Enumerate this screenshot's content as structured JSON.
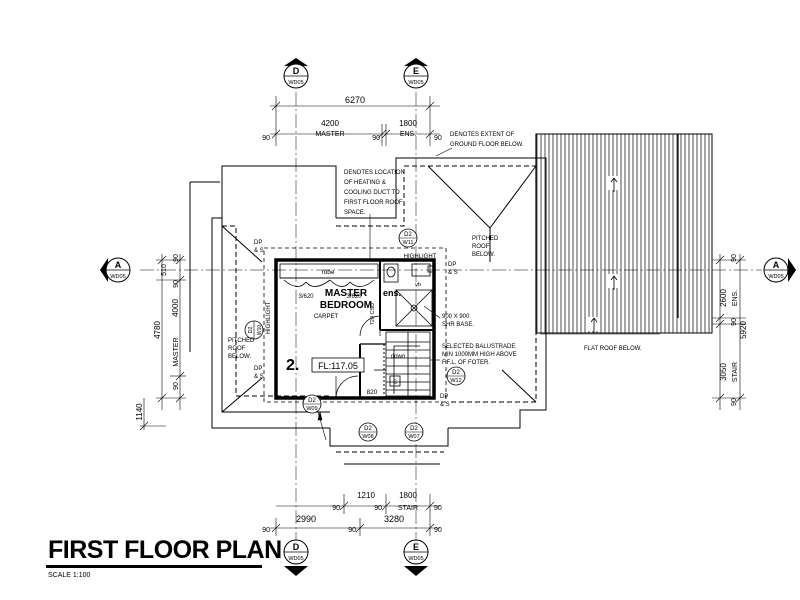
{
  "drawing": {
    "title": "FIRST FLOOR PLAN",
    "scale": "SCALE 1:100"
  },
  "rooms": {
    "master_name_1": "MASTER",
    "master_name_2": "BEDROOM",
    "master_floor": "CARPET",
    "room_number": "2.",
    "floor_level": "FL:117.05",
    "robe": "robe",
    "ens": "ens.",
    "door_1": "3/620",
    "door_2": "3/620",
    "door_3": "720 CSD",
    "door_4": "820",
    "down": "down",
    "stair_s": "S",
    "vb": "vb",
    "highlight_top": "HIGHLIGHT",
    "highlight_left": "HIGHLIGHT"
  },
  "notes": {
    "heating": [
      "DENOTES LOCATION",
      "OF HEATING &",
      "COOLING DUCT TO",
      "FIRST FLOOR ROOF",
      "SPACE."
    ],
    "ground_extent": [
      "DENOTES EXTENT OF",
      "GROUND FLOOR BELOW."
    ],
    "pitched_right": [
      "PITCHED",
      "ROOF",
      "BELOW."
    ],
    "pitched_left": [
      "PITCHED",
      "ROOF",
      "BELOW."
    ],
    "shr_base": [
      "900 X 900",
      "SHR BASE."
    ],
    "balustrade": [
      "SELECTED BALUSTRADE",
      "MIN 1000MM HIGH ABOVE",
      "F.F.L. OF FOTER."
    ],
    "flat_roof": "FLAT ROOF BELOW.",
    "dps": [
      "DP",
      "& S"
    ]
  },
  "sections": {
    "d_top": {
      "letter": "D",
      "ref": "WD05"
    },
    "e_top": {
      "letter": "E",
      "ref": "WD05"
    },
    "a_left": {
      "letter": "A",
      "ref": "WD05"
    },
    "a_right": {
      "letter": "A",
      "ref": "WD05"
    },
    "d_bottom": {
      "letter": "D",
      "ref": "WD05"
    },
    "e_bottom": {
      "letter": "E",
      "ref": "WD05"
    }
  },
  "window_tags": {
    "w11": {
      "type": "D2",
      "num": "W11"
    },
    "w10": {
      "type": "D2",
      "num": "W10"
    },
    "w09": {
      "type": "D2",
      "num": "W09"
    },
    "w08": {
      "type": "D2",
      "num": "W08"
    },
    "w07": {
      "type": "D2",
      "num": "W07"
    },
    "w12": {
      "type": "D2",
      "num": "W12"
    }
  },
  "dimensions": {
    "top_total": "6270",
    "top_master": "4200",
    "top_master_label": "MASTER",
    "top_ens": "1800",
    "top_ens_label": "ENS.",
    "top_90": "90",
    "left_4780": "4780",
    "left_4000": "4000",
    "left_master_label": "MASTER",
    "left_510": "510",
    "left_1140": "1140",
    "left_90": "90",
    "right_5920": "5920",
    "right_2600": "2600",
    "right_ens_label": "ENS.",
    "right_3050": "3050",
    "right_stair_label": "STAIR",
    "right_90": "90",
    "bot_1210": "1210",
    "bot_1800": "1800",
    "bot_stair_label": "STAIR",
    "bot_2990": "2990",
    "bot_3280": "3280",
    "bot_90": "90"
  }
}
